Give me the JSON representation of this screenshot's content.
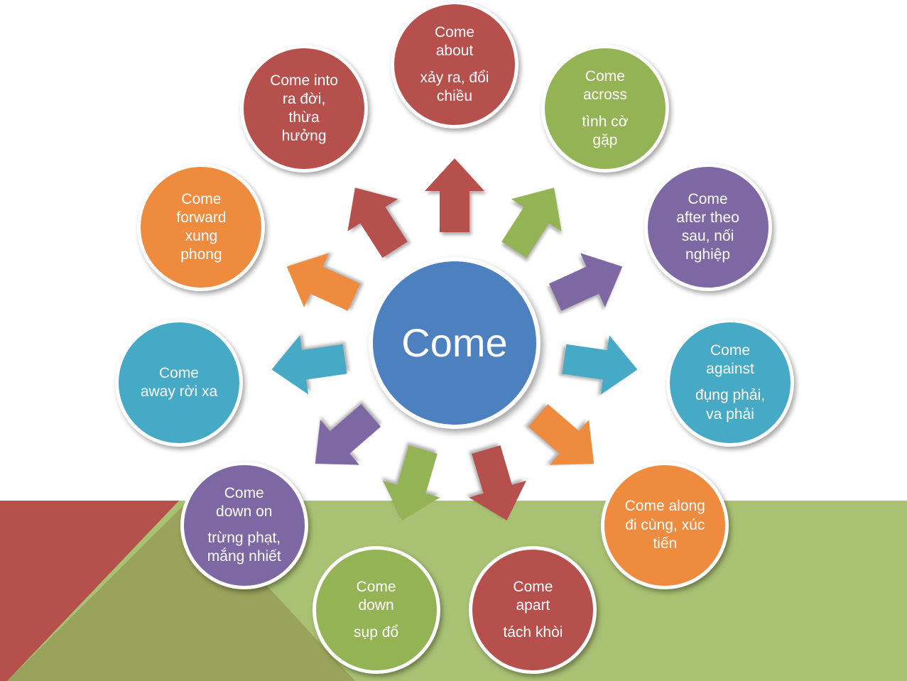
{
  "diagram": {
    "title": "Come phrasal verbs radial diagram",
    "center": {
      "label": "Come",
      "color": "#4d80be"
    },
    "nodes": [
      {
        "id": "come-about",
        "en": "Come about",
        "vi": "xảy ra, đổi chiều",
        "color": "#b5504d",
        "block1": "Come\nabout",
        "block2": "xảy ra, đổi\nchiều"
      },
      {
        "id": "come-across",
        "en": "Come across",
        "vi": "tình cờ gặp",
        "color": "#94b355",
        "block1": "Come\nacross",
        "block2": "tình cờ\ngặp"
      },
      {
        "id": "come-after",
        "en": "Come after",
        "vi": "theo sau, nối nghiệp",
        "color": "#7d68a3",
        "block1": "Come\nafter theo\nsau, nối\nnghiệp",
        "block2": ""
      },
      {
        "id": "come-against",
        "en": "Come against",
        "vi": "đụng phải, va phải",
        "color": "#46a9c5",
        "block1": "Come\nagainst",
        "block2": "đụng phải,\nva phải"
      },
      {
        "id": "come-along",
        "en": "Come along",
        "vi": "đi cùng, xúc tiến",
        "color": "#ee8b3e",
        "block1": "Come along\nđi cùng, xúc\ntiến",
        "block2": ""
      },
      {
        "id": "come-apart",
        "en": "Come apart",
        "vi": "tách khòi",
        "color": "#b5504d",
        "block1": "Come\napart",
        "block2": "tách khòi"
      },
      {
        "id": "come-down",
        "en": "Come down",
        "vi": "sụp đổ",
        "color": "#94b355",
        "block1": "Come\ndown",
        "block2": "sụp đổ"
      },
      {
        "id": "come-down-on",
        "en": "Come down on",
        "vi": "trừng phạt, mắng nhiết",
        "color": "#7d68a3",
        "block1": "Come\ndown on",
        "block2": "trừng phạt,\nmắng nhiết"
      },
      {
        "id": "come-away",
        "en": "Come away",
        "vi": "rời xa",
        "color": "#46a9c5",
        "block1": "Come\naway rời xa",
        "block2": ""
      },
      {
        "id": "come-forward",
        "en": "Come forward",
        "vi": "xung phong",
        "color": "#ee8b3e",
        "block1": "Come\nforward\nxung\nphong",
        "block2": ""
      },
      {
        "id": "come-into",
        "en": "Come into",
        "vi": "ra đời, thừa hưởng",
        "color": "#b5504d",
        "block1": "Come into\nra đời,\nthừa\nhưởng",
        "block2": ""
      }
    ]
  },
  "background": {
    "white": "#ffffff",
    "band_color": "#a9c173",
    "olive_color": "#99a35b",
    "red_color": "#b5504d"
  }
}
